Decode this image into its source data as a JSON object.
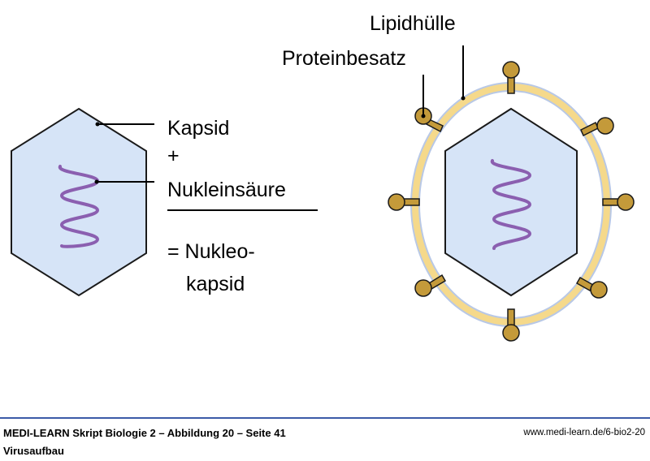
{
  "labels": {
    "kapsid": "Kapsid",
    "plus": "+",
    "nukleinsaeure": "Nukleinsäure",
    "equals_nukleo": "= Nukleo-",
    "kapsid_2": "kapsid",
    "lipidhuelle": "Lipidhülle",
    "proteinbesatz": "Proteinbesatz"
  },
  "footer": {
    "title": "MEDI-LEARN Skript Biologie 2 – Abbildung 20 – Seite 41",
    "subtitle": "Virusaufbau",
    "url": "www.medi-learn.de/6-bio2-20"
  },
  "colors": {
    "capsid_fill": "#d6e4f7",
    "outline": "#1a1a1a",
    "nucleic_acid": "#8b5fb0",
    "lipid_envelope": "#f5d98b",
    "envelope_rim": "#b8c8e6",
    "protein_spike": "#c49a3a",
    "footer_line": "#3b5aa8"
  }
}
